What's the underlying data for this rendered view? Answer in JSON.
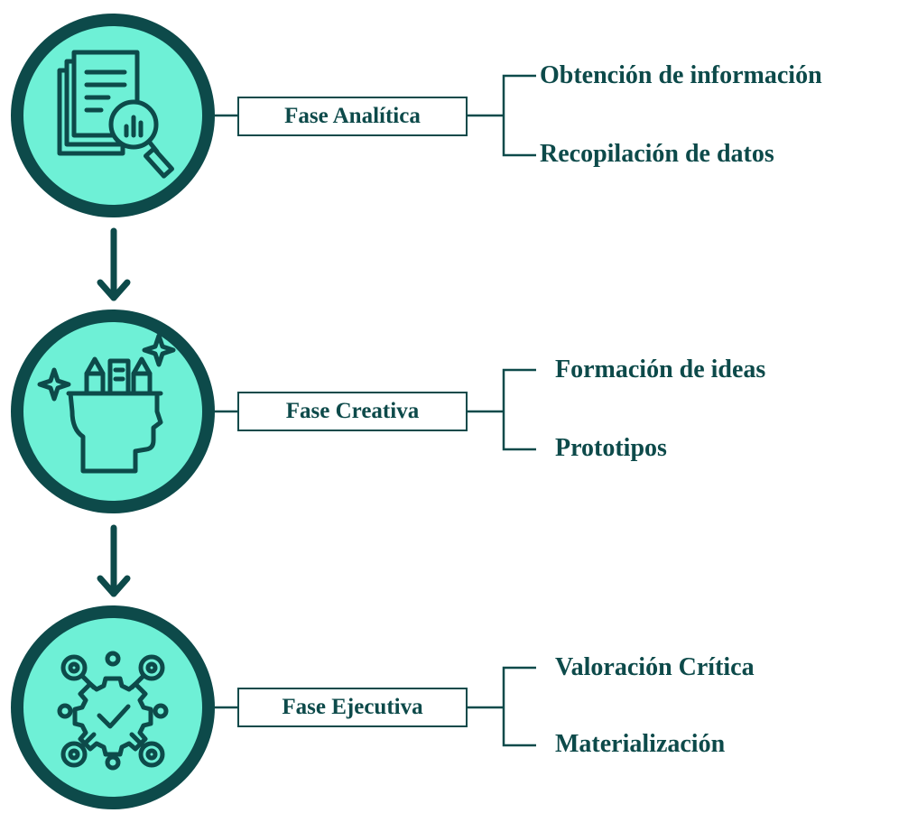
{
  "colors": {
    "dark": "#0d4a4a",
    "fill": "#6ef0d6",
    "background": "#ffffff"
  },
  "phases": [
    {
      "label": "Fase Analítica",
      "icon": "document-magnifier-chart-icon",
      "items": [
        "Obtención de información",
        "Recopilación de datos"
      ]
    },
    {
      "label": "Fase Creativa",
      "icon": "head-with-tools-sparkles-icon",
      "items": [
        "Formación de ideas",
        "Prototipos"
      ]
    },
    {
      "label": "Fase Ejecutiva",
      "icon": "gear-check-network-icon",
      "items": [
        "Valoración Crítica",
        "Materialización"
      ]
    }
  ]
}
